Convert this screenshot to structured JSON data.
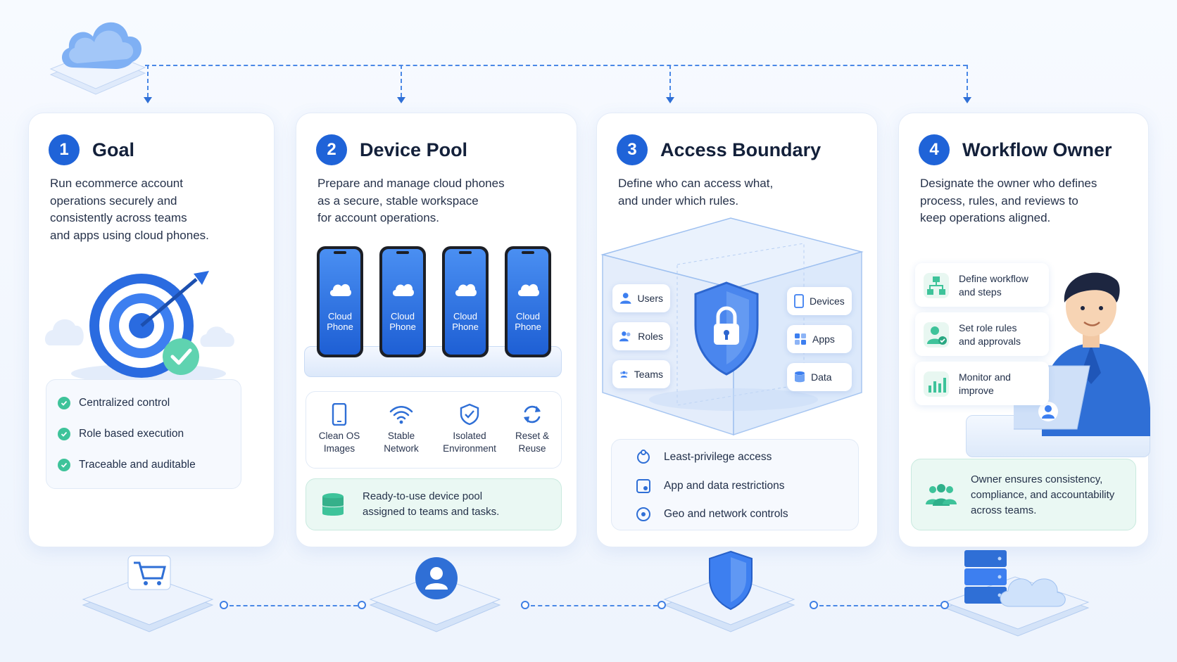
{
  "steps": [
    {
      "num": "1",
      "title": "Goal",
      "desc": "Run ecommerce account\noperations securely and\nconsistently across teams\nand apps using cloud phones.",
      "checks": [
        "Centralized control",
        "Role based execution",
        "Traceable and auditable"
      ]
    },
    {
      "num": "2",
      "title": "Device Pool",
      "desc": "Prepare and manage cloud phones\nas a secure, stable workspace\nfor account operations.",
      "phone_label": "Cloud\nPhone",
      "features": [
        {
          "label": "Clean OS Images",
          "icon": "phone-icon"
        },
        {
          "label": "Stable Network",
          "icon": "wifi-icon"
        },
        {
          "label": "Isolated Environment",
          "icon": "shield-check-icon"
        },
        {
          "label": "Reset & Reuse",
          "icon": "refresh-icon"
        }
      ],
      "note": "Ready-to-use device pool\nassigned to teams and tasks."
    },
    {
      "num": "3",
      "title": "Access Boundary",
      "desc": "Define who can access what,\nand under which rules.",
      "subjects": [
        "Users",
        "Roles",
        "Teams"
      ],
      "resources": [
        "Devices",
        "Apps",
        "Data"
      ],
      "rules": [
        "Least-privilege access",
        "App and data restrictions",
        "Geo and network controls"
      ]
    },
    {
      "num": "4",
      "title": "Workflow Owner",
      "desc": "Designate the owner who defines\nprocess, rules, and reviews to\nkeep operations aligned.",
      "items": [
        "Define workflow\nand steps",
        "Set role rules\nand approvals",
        "Monitor and\nimprove"
      ],
      "note": "Owner ensures consistency,\ncompliance, and accountability\nacross teams."
    }
  ],
  "colors": {
    "accent": "#1f63d8",
    "green": "#3ec39a",
    "card": "#ffffff",
    "connector": "#4a88e6"
  },
  "bottom_icons": [
    "shopping-cart-icon",
    "user-avatar-icon",
    "shield-icon",
    "server-cloud-icon"
  ]
}
